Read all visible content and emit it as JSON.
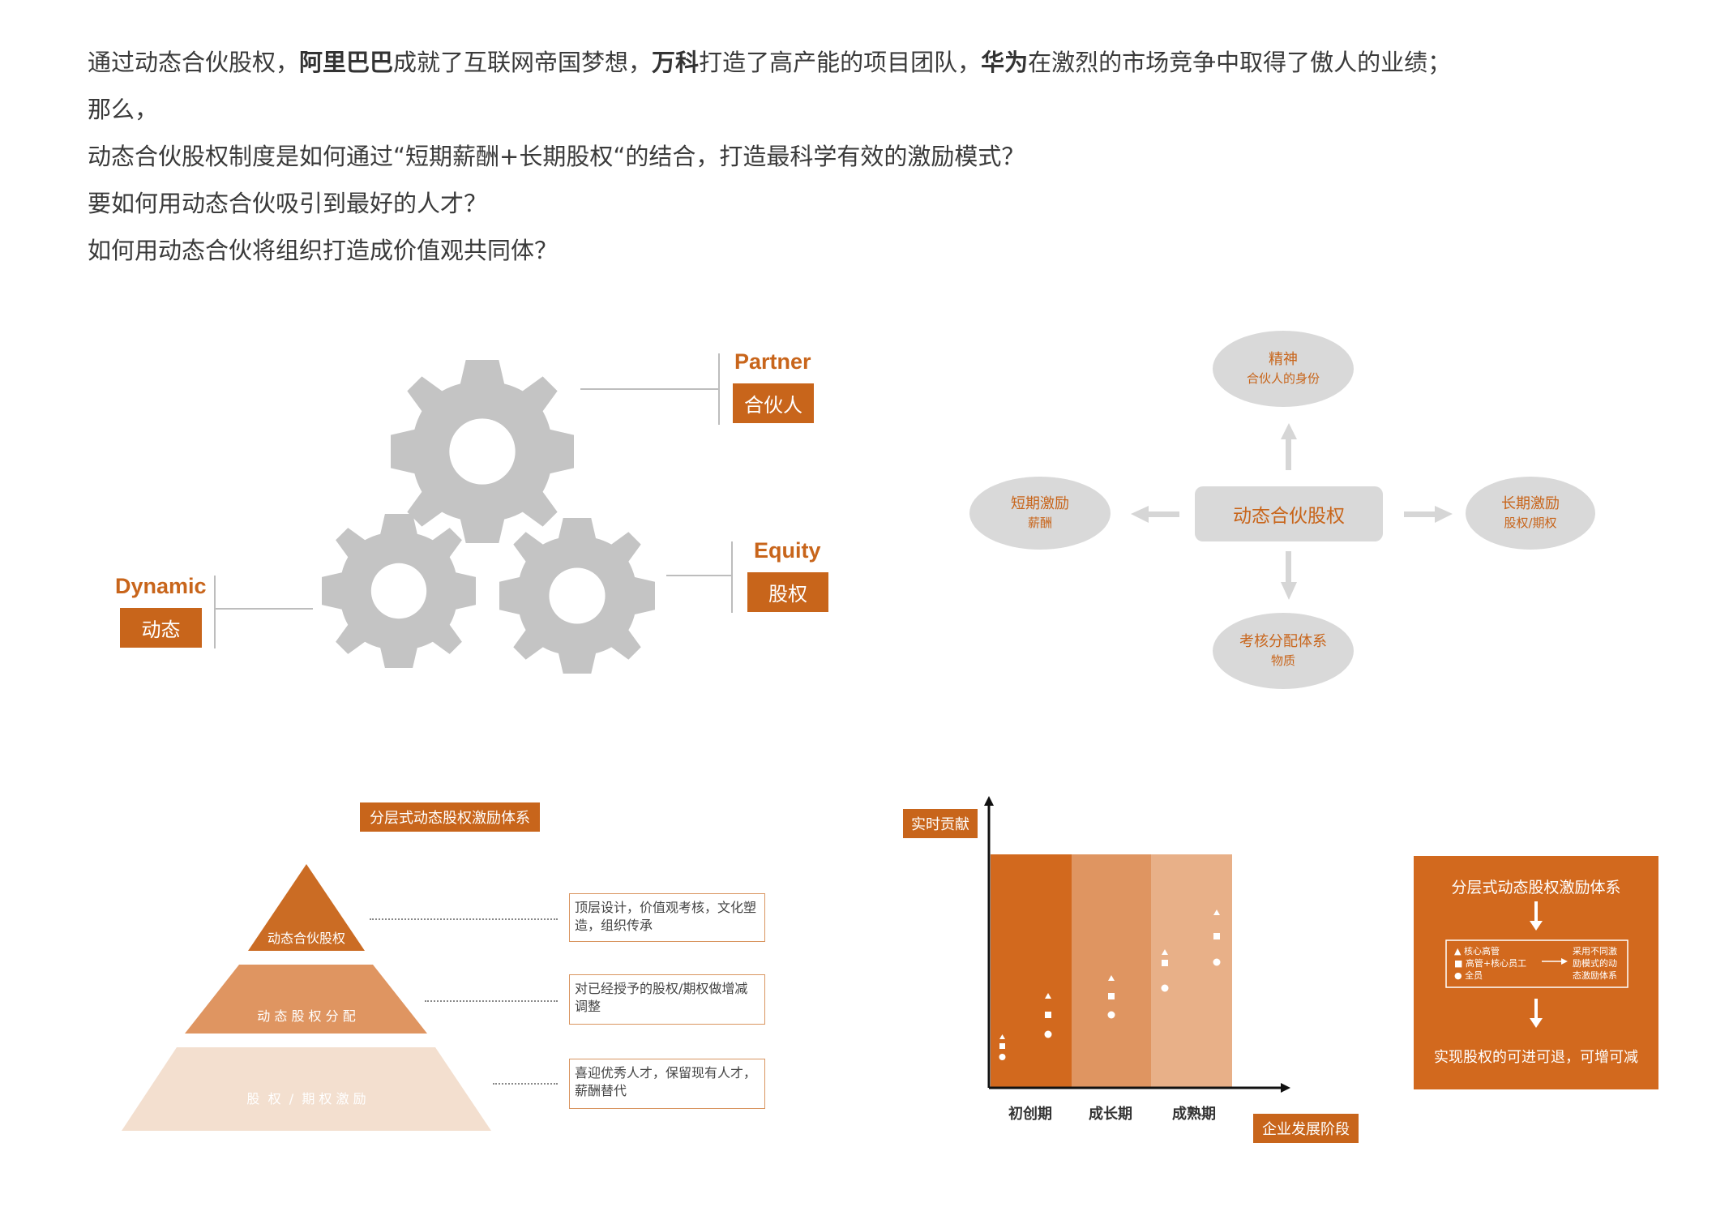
{
  "intro": {
    "line1": {
      "p1": "通过动态合伙股权，",
      "b1": "阿里巴巴",
      "p2": "成就了互联网帝国梦想，",
      "b2": "万科",
      "p3": "打造了高产能的项目团队，",
      "b3": "华为",
      "p4": "在激烈的市场竞争中取得了傲人的业绩；"
    },
    "line2": "那么，",
    "line3": "动态合伙股权制度是如何通过“短期薪酬+长期股权“的结合，打造最科学有效的激励模式？",
    "line4": "要如何用动态合伙吸引到最好的人才？",
    "line5": "如何用动态合伙将组织打造成价值观共同体？"
  },
  "gears": {
    "partner_en": "Partner",
    "partner_cn": "合伙人",
    "equity_en": "Equity",
    "equity_cn": "股权",
    "dynamic_en": "Dynamic",
    "dynamic_cn": "动态",
    "gear_color": "#c4c4c4"
  },
  "hub": {
    "center": "动态合伙股权",
    "top": {
      "title": "精神",
      "sub": "合伙人的身份"
    },
    "left": {
      "title": "短期激励",
      "sub": "薪酬"
    },
    "right": {
      "title": "长期激励",
      "sub": "股权/期权"
    },
    "bottom": {
      "title": "考核分配体系",
      "sub": "物质"
    }
  },
  "pyramid": {
    "title": "分层式动态股权激励体系",
    "levels": [
      {
        "label": "动态合伙股权",
        "desc": "顶层设计，价值观考核，文化塑造，组织传承",
        "color": "#cb6c24"
      },
      {
        "label": "动 态 股 权 分 配",
        "desc": "对已经授予的股权/期权做增减调整",
        "color": "#df9561"
      },
      {
        "label": "股  权  /  期 权 激 励",
        "desc": "喜迎优秀人才，保留现有人才，薪酬替代",
        "color": "#f3dfcf"
      }
    ]
  },
  "stage_chart": {
    "ylabel": "实时贡献",
    "xlabel": "企业发展阶段",
    "stages": [
      "初创期",
      "成长期",
      "成熟期"
    ],
    "stage_colors": [
      "#d2691e",
      "#df9561",
      "#e8b088"
    ]
  },
  "summary": {
    "title": "分层式动态股权激励体系",
    "legend": [
      "▲ 核心高管",
      "■ 高管+核心员工",
      "● 全员"
    ],
    "note": "采用不同激励模式的动态激励体系",
    "result": "实现股权的可进可退，可增可减"
  },
  "colors": {
    "accent": "#c8651b",
    "gray": "#d9d9d9"
  }
}
